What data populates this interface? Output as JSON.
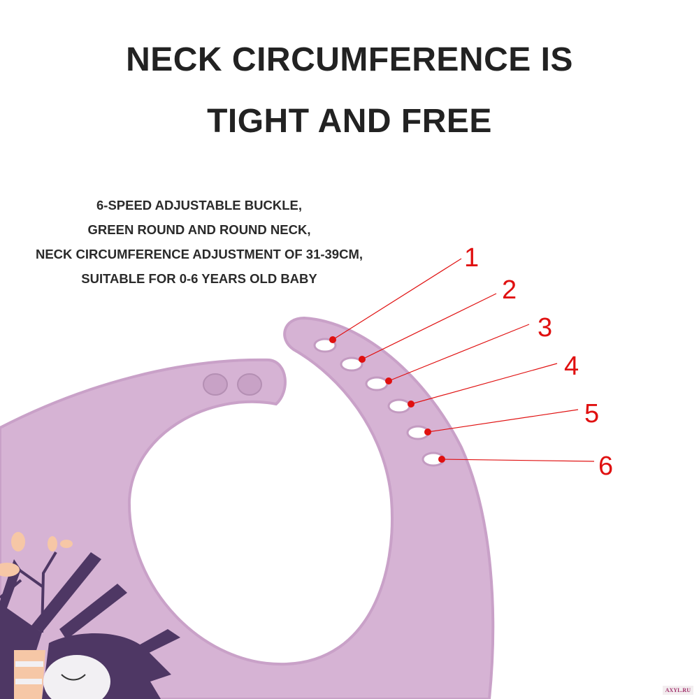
{
  "headline": {
    "line1": "NECK CIRCUMFERENCE IS",
    "line2": "TIGHT AND FREE"
  },
  "description": [
    "6-SPEED ADJUSTABLE BUCKLE,",
    "GREEN ROUND AND ROUND NECK,",
    "NECK CIRCUMFERENCE ADJUSTMENT OF 31-39CM,",
    "SUITABLE FOR 0-6 YEARS OLD BABY"
  ],
  "callouts": [
    "1",
    "2",
    "3",
    "4",
    "5",
    "6"
  ],
  "watermark": "AXYL.RU",
  "colors": {
    "bib": "#d6b3d4",
    "bib_edge": "#c9a1c8",
    "accent": "#e01010",
    "owl": "#4e3764",
    "leaf": "#f6c7a6"
  }
}
